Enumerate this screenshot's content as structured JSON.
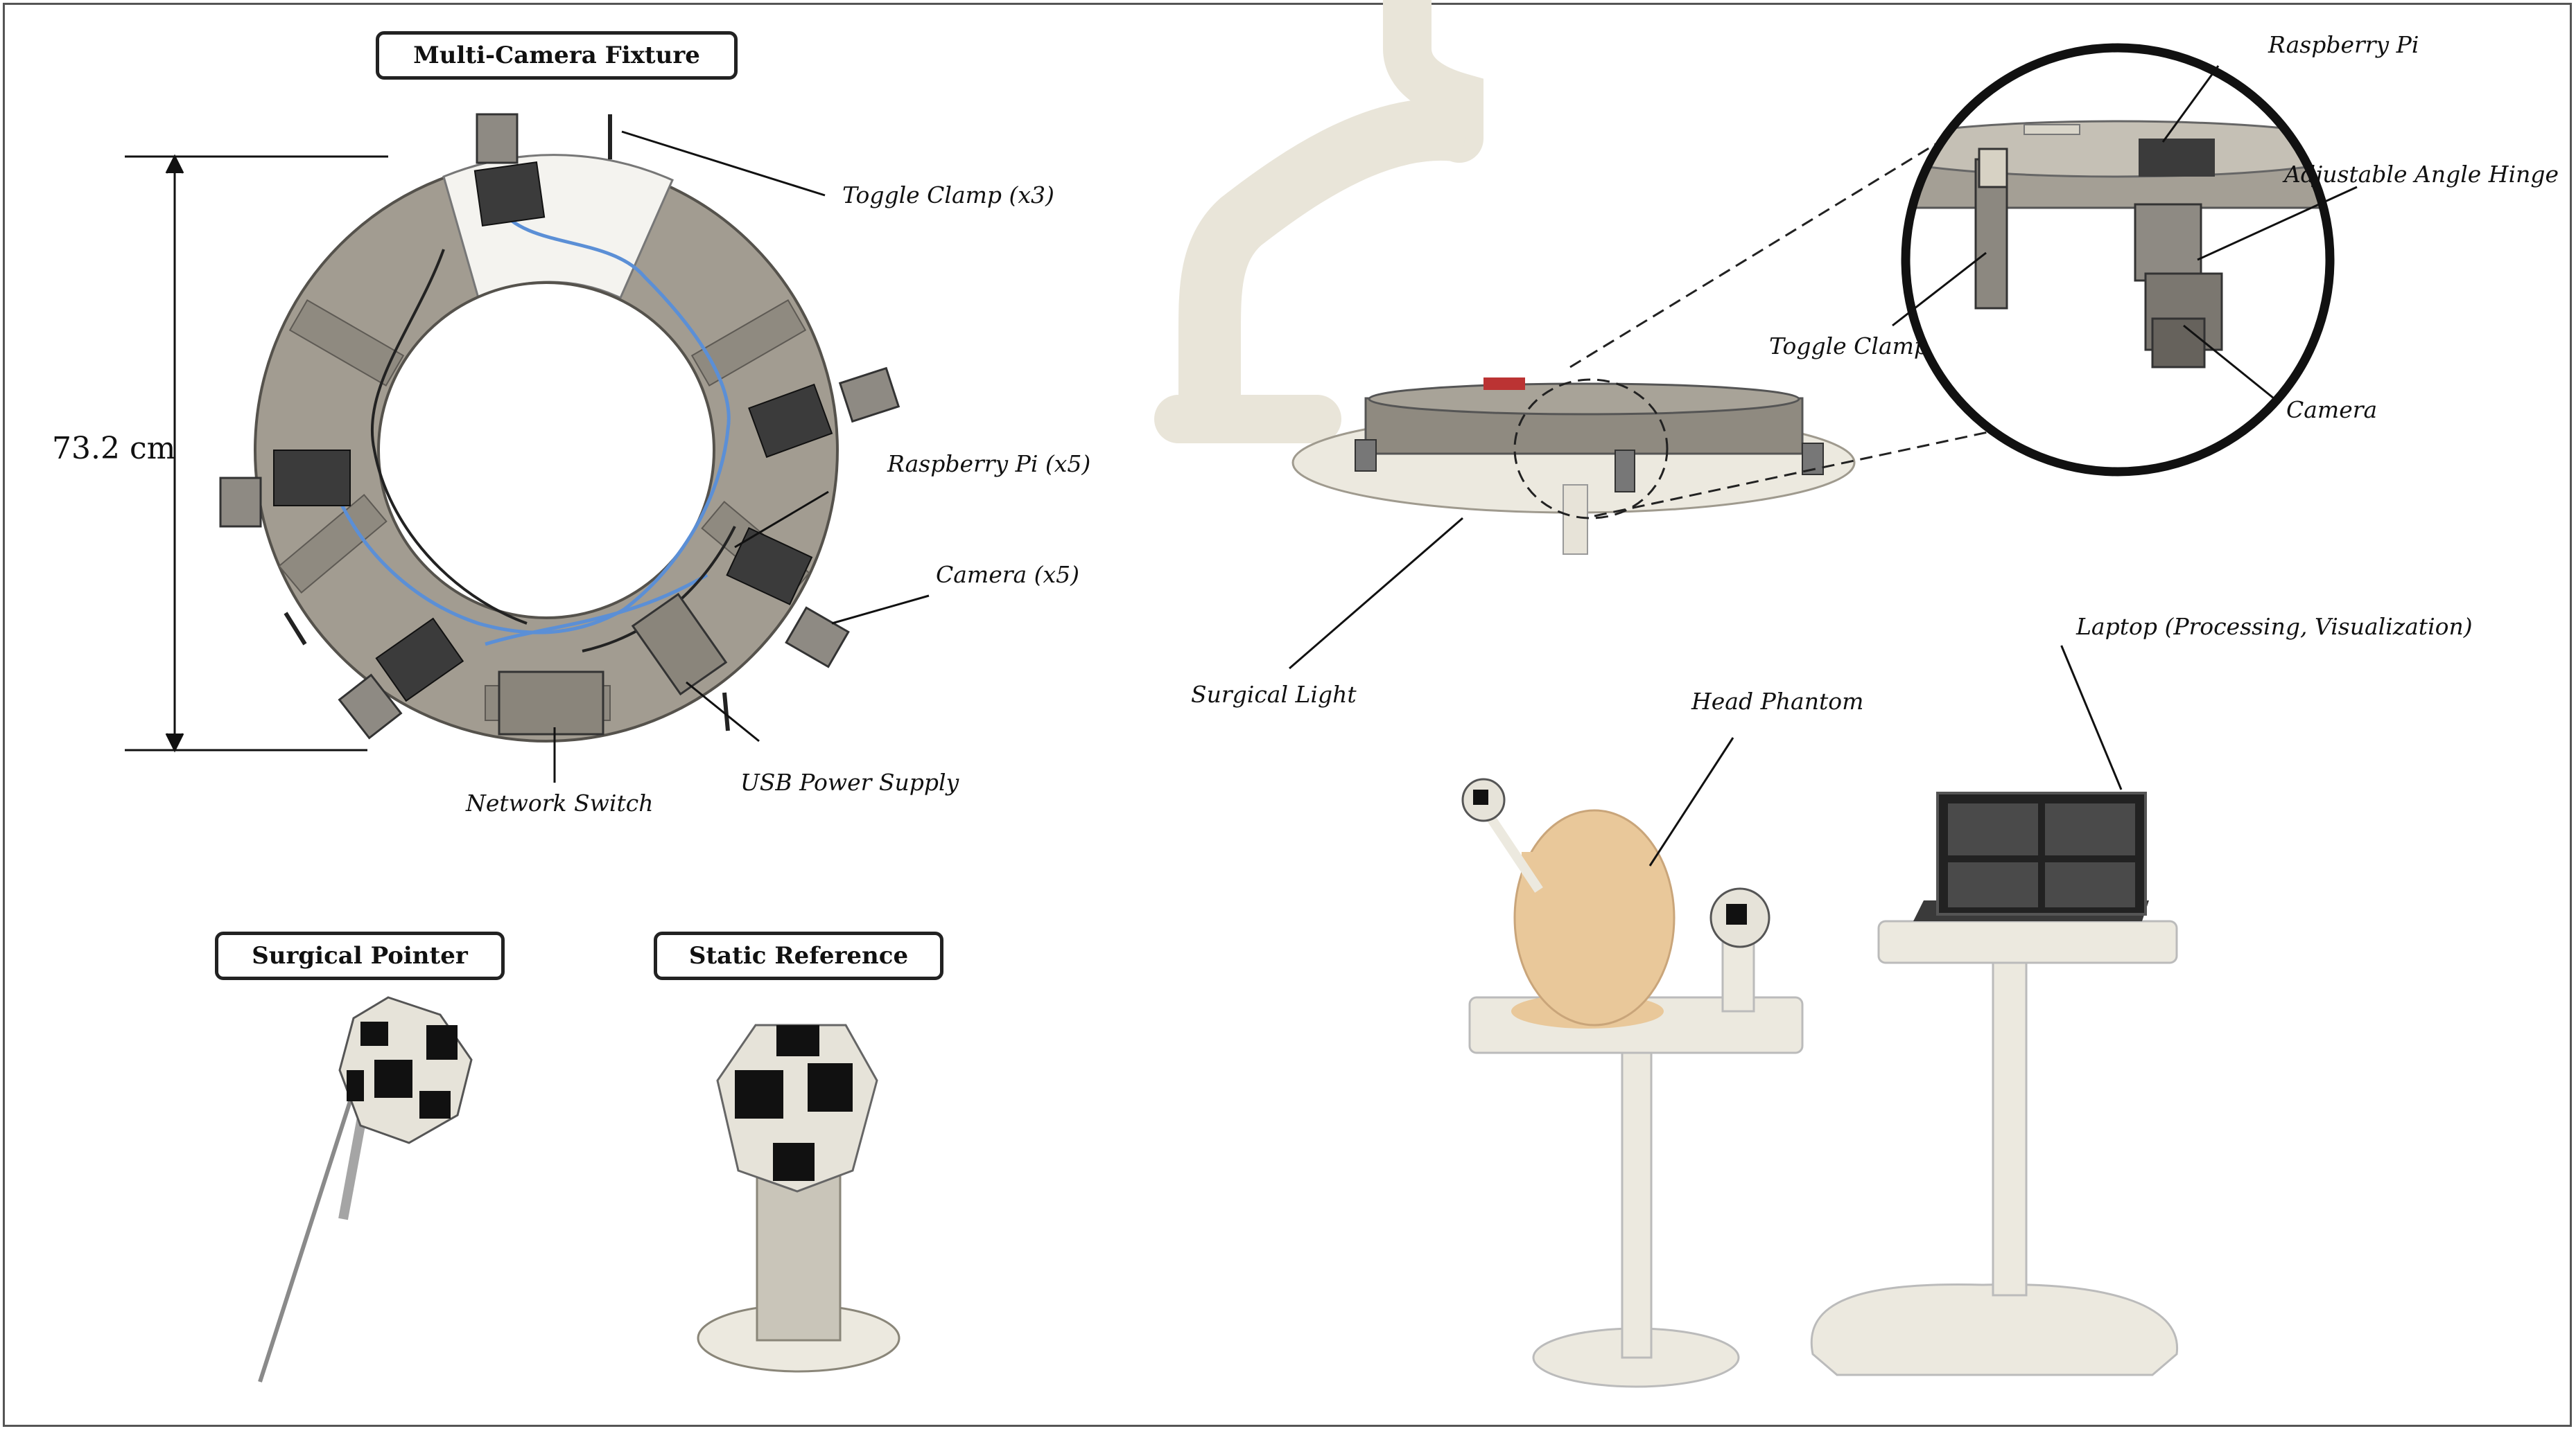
{
  "titles": {
    "fixture": "Multi-Camera Fixture",
    "pointer": "Surgical Pointer",
    "reference": "Static Reference"
  },
  "dimension": "73.2 cm",
  "labels": {
    "toggle_clamp_x3": "Toggle Clamp (x3)",
    "raspberry_pi_x5": "Raspberry Pi (x5)",
    "camera_x5": "Camera (x5)",
    "usb_power_supply": "USB Power Supply",
    "network_switch": "Network Switch",
    "raspberry_pi": "Raspberry Pi",
    "adjustable_angle_hinge": "Adjustable Angle Hinge",
    "toggle_clamp": "Toggle Clamp",
    "camera": "Camera",
    "surgical_light": "Surgical Light",
    "head_phantom": "Head Phantom",
    "laptop": "Laptop (Processing, Visualization)"
  },
  "colors": {
    "metal": "#a29c91",
    "metal_dark": "#6e6a63",
    "plastic": "#ece9df",
    "phantom": "#e9c89a",
    "cable": "#5b8fd6",
    "ink": "#111111"
  }
}
